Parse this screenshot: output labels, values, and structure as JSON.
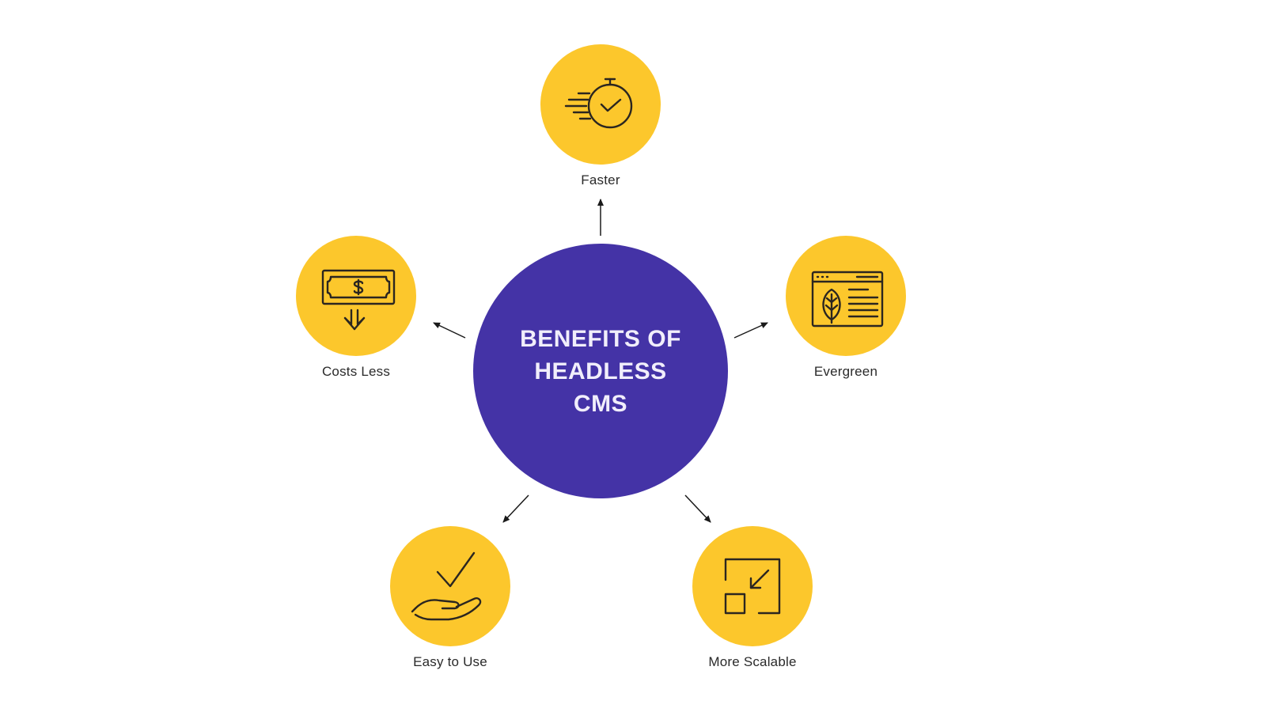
{
  "center": {
    "title": "BENEFITS OF\nHEADLESS\nCMS"
  },
  "benefits": [
    {
      "label": "Faster",
      "icon": "stopwatch-icon"
    },
    {
      "label": "Evergreen",
      "icon": "leaf-webpage-icon"
    },
    {
      "label": "More Scalable",
      "icon": "scale-down-icon"
    },
    {
      "label": "Easy to Use",
      "icon": "hand-checkmark-icon"
    },
    {
      "label": "Costs Less",
      "icon": "money-down-icon"
    }
  ],
  "colors": {
    "center_fill": "#4433a6",
    "node_fill": "#fcc72c",
    "icon_stroke": "#2b2620",
    "arrow": "#1a1a1a"
  }
}
